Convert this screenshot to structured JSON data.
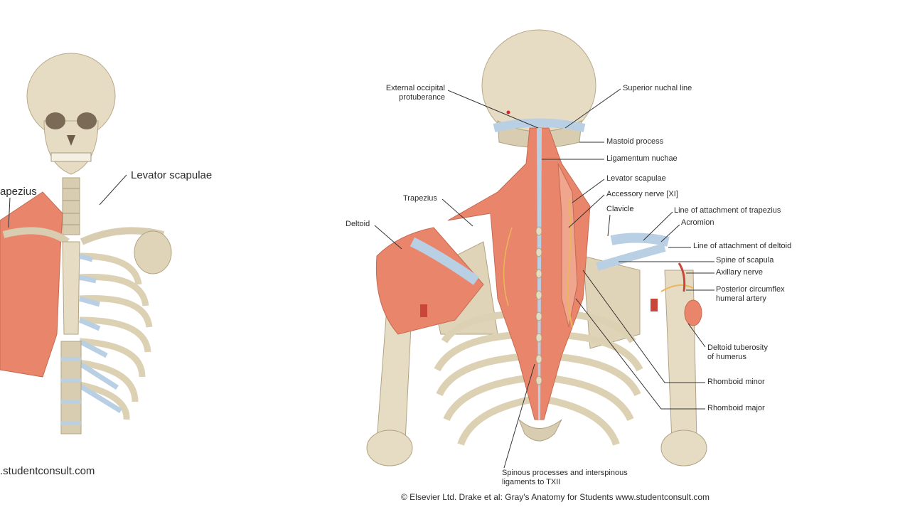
{
  "left_figure": {
    "label_levator": "Levator scapulae",
    "label_trapezius_partial": "apezius",
    "credit_partial": ".studentconsult.com"
  },
  "right_figure": {
    "labels": {
      "external_occipital_1": "External occipital",
      "external_occipital_2": "protuberance",
      "superior_nuchal": "Superior nuchal line",
      "mastoid": "Mastoid process",
      "ligamentum_nuchae": "Ligamentum nuchae",
      "levator": "Levator scapulae",
      "accessory": "Accessory nerve [XI]",
      "clavicle": "Clavicle",
      "attach_trapezius": "Line of attachment of trapezius",
      "acromion": "Acromion",
      "attach_deltoid": "Line of attachment of deltoid",
      "spine_scapula": "Spine of scapula",
      "axillary": "Axillary nerve",
      "post_circ_1": "Posterior circumflex",
      "post_circ_2": "humeral artery",
      "deltoid_tub_1": "Deltoid tuberosity",
      "deltoid_tub_2": "of humerus",
      "rhomboid_minor": "Rhomboid minor",
      "rhomboid_major": "Rhomboid major",
      "trapezius": "Trapezius",
      "deltoid": "Deltoid",
      "spinous_1": "Spinous processes and interspinous",
      "spinous_2": "ligaments to TXII"
    },
    "credit": "© Elsevier Ltd. Drake et al: Gray's Anatomy for Students www.studentconsult.com"
  },
  "colors": {
    "bone": "#e6dcc4",
    "bone_shade": "#cbbd9c",
    "muscle": "#e8856a",
    "muscle_light": "#f0a58e",
    "cartilage": "#b9cfe4",
    "nerve": "#e9b65a",
    "artery": "#c9473a"
  }
}
